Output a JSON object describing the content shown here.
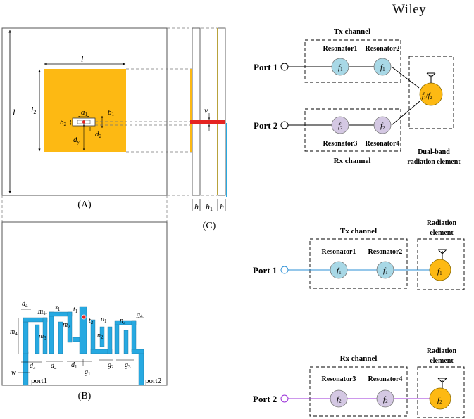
{
  "publisher": "Wiley",
  "panel_a": {
    "caption": "(A)",
    "labels": {
      "l": "l",
      "l1": "l",
      "l2": "l",
      "a1": "a",
      "b1": "b",
      "b2": "b",
      "d2": "d",
      "dy": "d"
    },
    "subs": {
      "l1": "1",
      "l2": "2",
      "a1": "1",
      "b1": "1",
      "b2": "2",
      "d2": "2",
      "dy": "y"
    }
  },
  "panel_b": {
    "caption": "(B)",
    "port1": "port1",
    "port2": "port2",
    "labels": {
      "d4": "d",
      "m1": "m",
      "s1": "s",
      "t1": "t",
      "m2": "m",
      "t2": "t",
      "n1": "n",
      "n3": "n",
      "g4": "g",
      "m4": "m",
      "m3": "m",
      "n2": "n",
      "w": "w",
      "d3": "d",
      "d2": "d",
      "d1": "d",
      "g1": "g",
      "g2": "g",
      "g3": "g"
    },
    "subs": {
      "d4": "4",
      "m1": "1",
      "s1": "1",
      "t1": "1",
      "m2": "2",
      "t2": "2",
      "n1": "1",
      "n3": "3",
      "g4": "4",
      "m4": "4",
      "m3": "3",
      "n2": "2",
      "d3": "3",
      "d2": "2",
      "d1": "1",
      "g1": "1",
      "g2": "2",
      "g3": "3"
    }
  },
  "panel_c": {
    "caption": "(C)",
    "v": "v",
    "h_left": "h",
    "h1": "h",
    "h1_sub": "1",
    "h_right": "h"
  },
  "diagram_top": {
    "tx_channel": "Tx channel",
    "rx_channel": "Rx channel",
    "port1": "Port 1",
    "port2": "Port 2",
    "resonator1": "Resonator1",
    "resonator2": "Resonator2",
    "resonator3": "Resonator3",
    "resonator4": "Resonator4",
    "f1": "f",
    "f1_sub": "1",
    "f2": "f",
    "f2_sub": "2",
    "dual_f": "f",
    "dual_f1_sub": "1",
    "dual_slash": "/",
    "dual_f2_sub": "2",
    "dual_band_line1": "Dual-band",
    "dual_band_line2": "radiation element"
  },
  "diagram_tx": {
    "tx_channel": "Tx channel",
    "port1": "Port 1",
    "resonator1": "Resonator1",
    "resonator2": "Resonator2",
    "radiation_line1": "Radiation",
    "radiation_line2": "element",
    "f": "f",
    "f_sub": "1"
  },
  "diagram_rx": {
    "rx_channel": "Rx channel",
    "port2": "Port 2",
    "resonator3": "Resonator3",
    "resonator4": "Resonator4",
    "radiation_line1": "Radiation",
    "radiation_line2": "element",
    "f": "f",
    "f_sub": "2"
  },
  "colors": {
    "patch": "#fdb913",
    "microstrip": "#27a9e1",
    "feed": "#e52421",
    "tx_resonator": "#a8d8e6",
    "rx_resonator": "#d4c8e3",
    "tx_line": "#2b8fd6",
    "rx_line": "#9b30d9"
  }
}
